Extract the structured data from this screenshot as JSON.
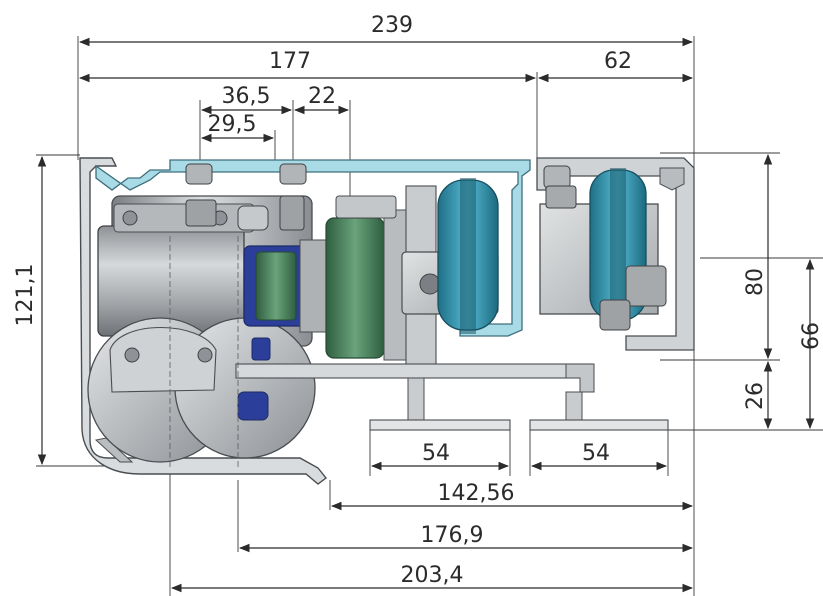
{
  "diagram": {
    "dimensions": [
      {
        "id": "overall-width",
        "label": "239"
      },
      {
        "id": "housing-width",
        "label": "177"
      },
      {
        "id": "rail-width",
        "label": "62"
      },
      {
        "id": "spacing-a",
        "label": "36,5"
      },
      {
        "id": "spacing-b",
        "label": "29,5"
      },
      {
        "id": "spacing-c",
        "label": "22"
      },
      {
        "id": "total-height",
        "label": "121,1"
      },
      {
        "id": "rail-height",
        "label": "80"
      },
      {
        "id": "rail-offset",
        "label": "66"
      },
      {
        "id": "clearance",
        "label": "26"
      },
      {
        "id": "carriage-left",
        "label": "54"
      },
      {
        "id": "carriage-right",
        "label": "54"
      },
      {
        "id": "length-a",
        "label": "142,56"
      },
      {
        "id": "length-b",
        "label": "176,9"
      },
      {
        "id": "length-c",
        "label": "203,4"
      }
    ],
    "colors": {
      "profile": "#d0d6da",
      "profile_accent": "#9fd4df",
      "roller": "#2e96b3",
      "motor_body": "#a9adb0",
      "motor_dark": "#6c7074",
      "gear_green": "#3f7a55",
      "gear_blue": "#2b3f9a",
      "dimension_line": "#2b2b2b"
    }
  }
}
